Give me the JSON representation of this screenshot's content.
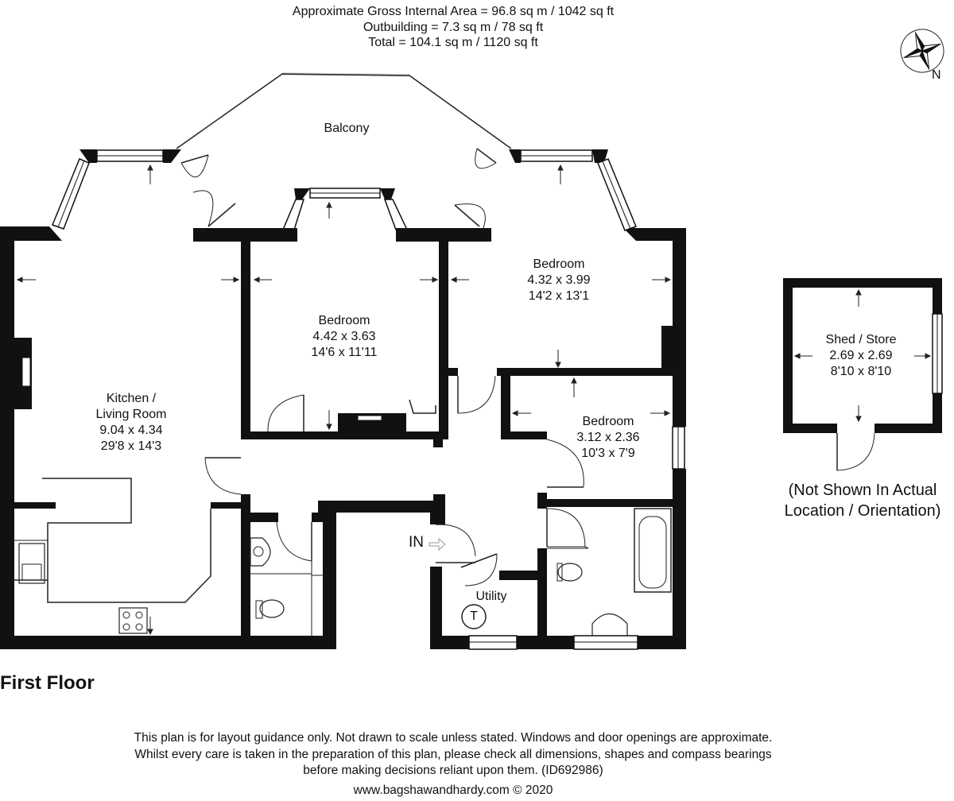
{
  "header": {
    "area_lines": [
      "Approximate Gross Internal Area = 96.8 sq m / 1042 sq ft",
      "Outbuilding = 7.3 sq m / 78 sq ft",
      "Total = 104.1 sq m / 1120 sq ft"
    ]
  },
  "compass": {
    "label": "N",
    "icon": "compass-rose-icon"
  },
  "rooms": {
    "balcony": {
      "name": "Balcony"
    },
    "kitchen": {
      "name_line1": "Kitchen /",
      "name_line2": "Living Room",
      "metric": "9.04 x 4.34",
      "imperial": "29'8 x 14'3"
    },
    "bedroom1": {
      "name": "Bedroom",
      "metric": "4.42 x 3.63",
      "imperial": "14'6 x 11'11"
    },
    "bedroom2": {
      "name": "Bedroom",
      "metric": "4.32 x 3.99",
      "imperial": "14'2 x 13'1"
    },
    "bedroom3": {
      "name": "Bedroom",
      "metric": "3.12 x 2.36",
      "imperial": "10'3 x 7'9"
    },
    "utility": {
      "name": "Utility",
      "tank_label": "T"
    },
    "entrance": {
      "label": "IN"
    },
    "shed": {
      "name": "Shed / Store",
      "metric": "2.69 x 2.69",
      "imperial": "8'10 x 8'10"
    }
  },
  "outbuilding_note": {
    "line1": "(Not Shown In Actual",
    "line2": "Location / Orientation)"
  },
  "floor_title": "First Floor",
  "footer": {
    "disclaimer_lines": [
      "This plan is for layout guidance only. Not drawn to scale unless stated. Windows and door openings are approximate.",
      "Whilst every care is taken in the preparation of this plan, please check all dimensions, shapes and compass bearings",
      "before making decisions reliant upon them. (ID692986)"
    ],
    "website": "www.bagshawandhardy.com © 2020"
  },
  "colors": {
    "wall": "#111111",
    "window_frame": "#666666",
    "line": "#222222",
    "background": "#ffffff"
  }
}
